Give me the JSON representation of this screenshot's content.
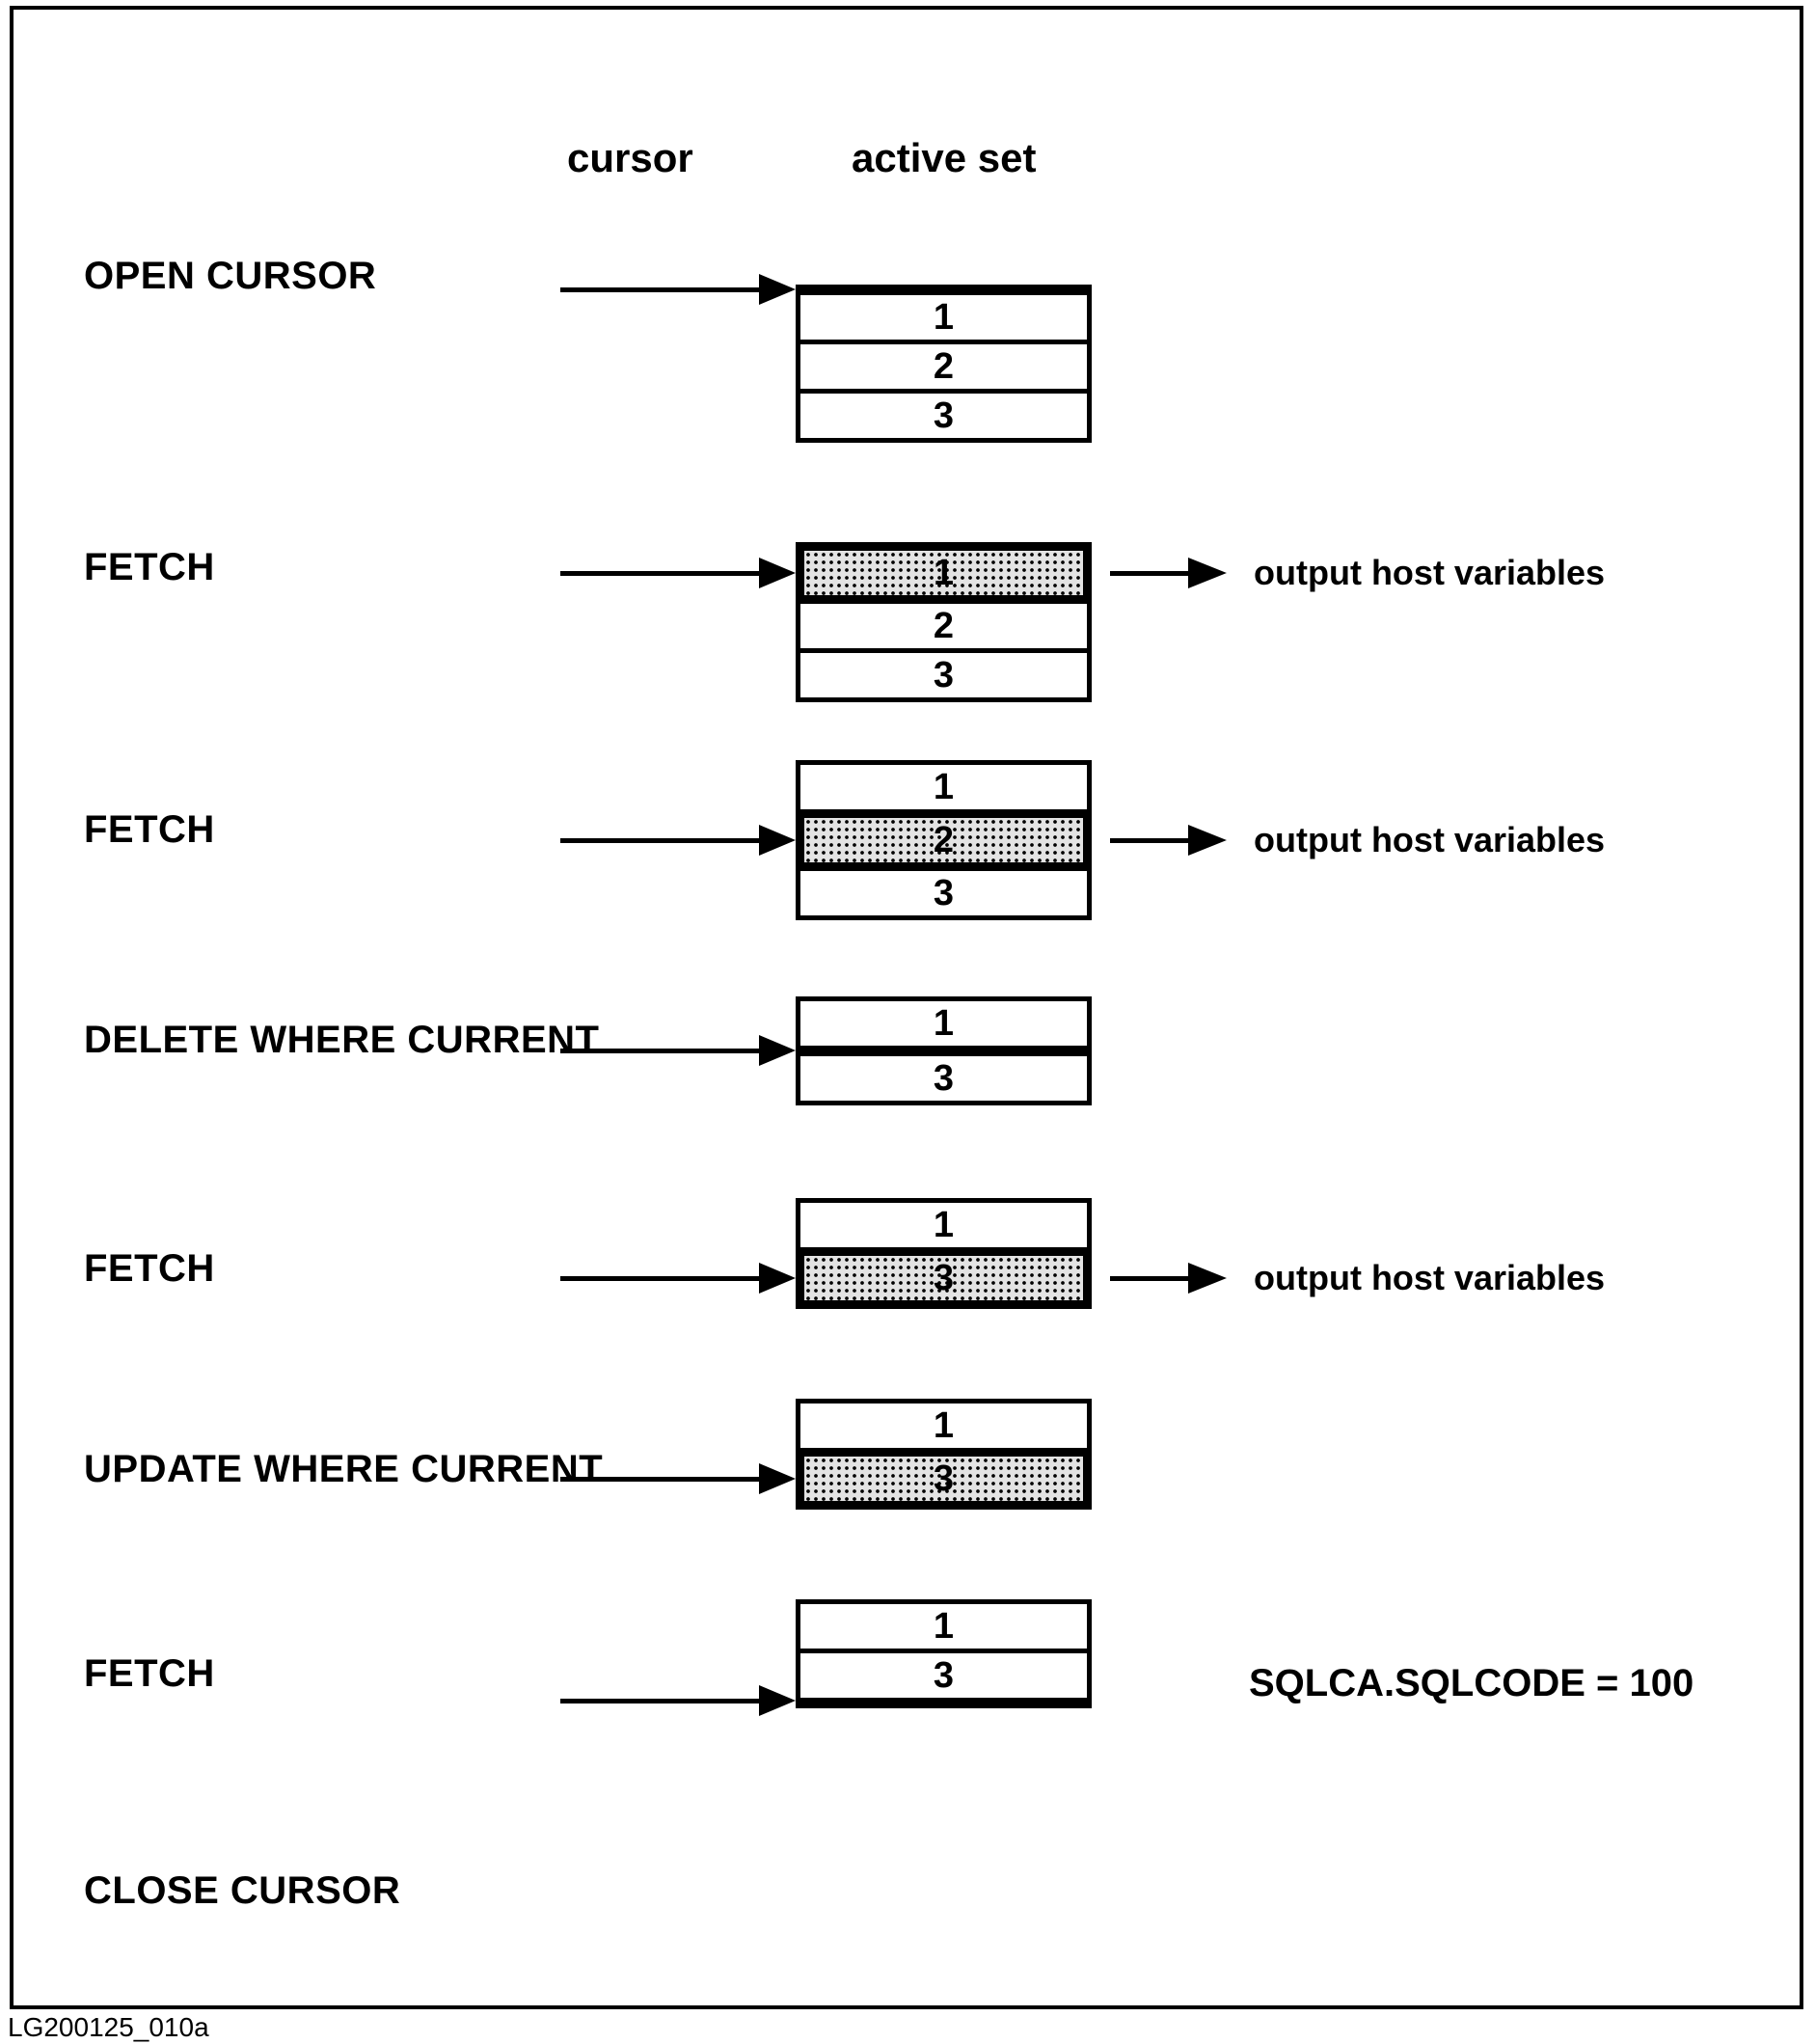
{
  "headers": {
    "cursor": "cursor",
    "active_set": "active set"
  },
  "stages": [
    {
      "label": "OPEN CURSOR",
      "rows": [
        "1",
        "2",
        "3"
      ],
      "cursor_position": "before row 1"
    },
    {
      "label": "FETCH",
      "rows": [
        "1",
        "2",
        "3"
      ],
      "highlighted_row": "1",
      "output": "output host variables"
    },
    {
      "label": "FETCH",
      "rows": [
        "1",
        "2",
        "3"
      ],
      "highlighted_row": "2",
      "output": "output host variables"
    },
    {
      "label": "DELETE WHERE CURRENT",
      "rows": [
        "1",
        "3"
      ],
      "cursor_position": "between row 1 and row 3"
    },
    {
      "label": "FETCH",
      "rows": [
        "1",
        "3"
      ],
      "highlighted_row": "3",
      "output": "output host variables"
    },
    {
      "label": "UPDATE WHERE CURRENT",
      "rows": [
        "1",
        "3"
      ],
      "highlighted_row": "3"
    },
    {
      "label": "FETCH",
      "rows": [
        "1",
        "3"
      ],
      "cursor_position": "after last row",
      "annotation": "SQLCA.SQLCODE = 100"
    },
    {
      "label": "CLOSE CURSOR"
    }
  ],
  "footer": {
    "figure_code": "LG200125_010a"
  }
}
